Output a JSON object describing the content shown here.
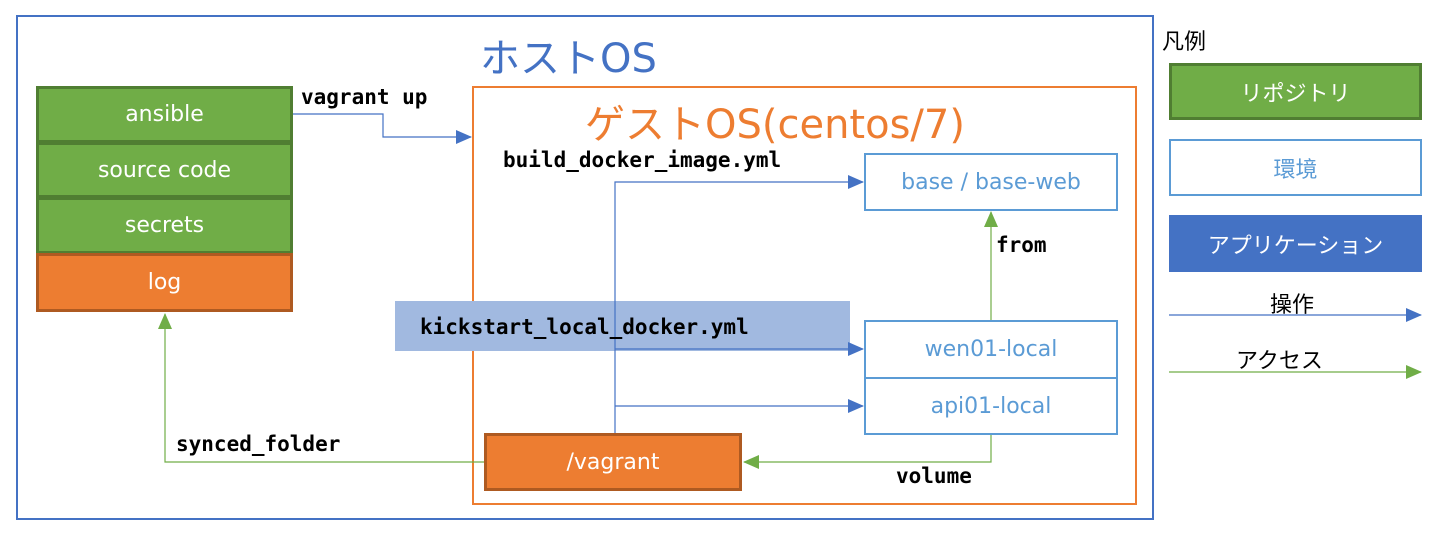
{
  "host": {
    "title": "ホストOS"
  },
  "guest": {
    "title": "ゲストOS(centos/7)"
  },
  "repository_stack": [
    {
      "label": "ansible",
      "type": "repository"
    },
    {
      "label": "source code",
      "type": "repository"
    },
    {
      "label": "secrets",
      "type": "repository"
    },
    {
      "label": "log",
      "type": "shared-folder"
    }
  ],
  "environments": {
    "base": "base / base-web",
    "web": "wen01-local",
    "api": "api01-local"
  },
  "vagrant_folder": "/vagrant",
  "edge_labels": {
    "vagrant_up": "vagrant up",
    "build_image": "build_docker_image.yml",
    "kickstart": "kickstart_local_docker.yml",
    "from": "from",
    "volume": "volume",
    "synced_folder": "synced_folder"
  },
  "legend": {
    "title": "凡例",
    "repository": "リポジトリ",
    "environment": "環境",
    "application": "アプリケーション",
    "operation": "操作",
    "access": "アクセス"
  },
  "colors": {
    "host_border": "#4472C4",
    "guest_border": "#ED7D31",
    "repository": "#70AD47",
    "environment": "#5B9BD5",
    "application": "#4472C4",
    "operation_arrow": "#4472C4",
    "access_arrow": "#70AD47"
  }
}
